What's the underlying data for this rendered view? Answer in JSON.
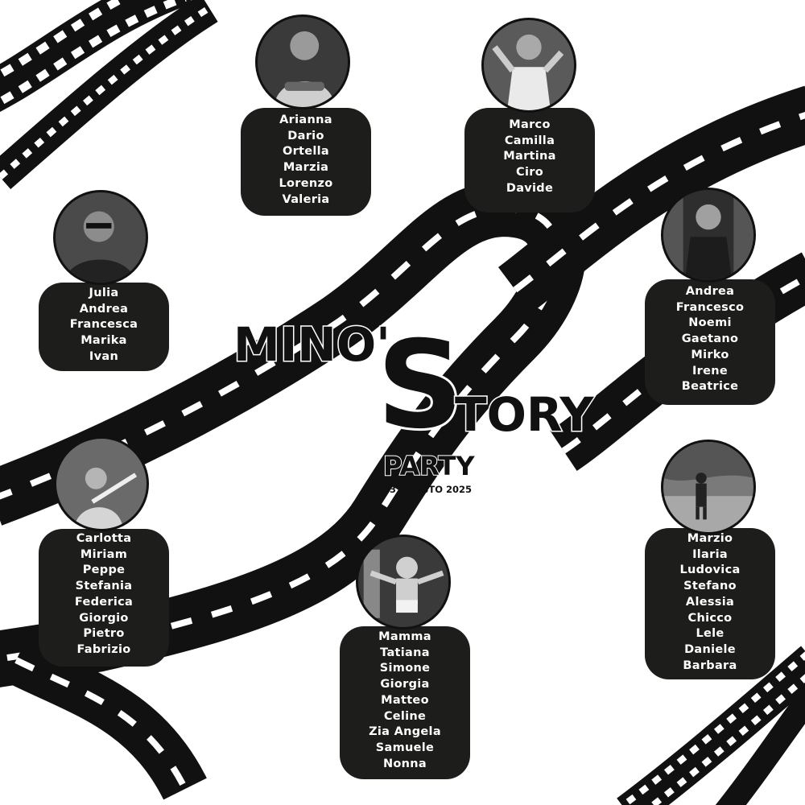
{
  "title": {
    "part1": "MINO'",
    "big_letter": "S",
    "part2": "TORY",
    "subtitle": "PARTY",
    "date": "23 AGOSTO 2025"
  },
  "tables": [
    {
      "id": "table-1",
      "guests": [
        "Arianna",
        "Dario",
        "Ortella",
        "Marzia",
        "Lorenzo",
        "Valeria"
      ]
    },
    {
      "id": "table-2",
      "guests": [
        "Marco",
        "Camilla",
        "Martina",
        "Ciro",
        "Davide"
      ]
    },
    {
      "id": "table-3",
      "guests": [
        "Julia",
        "Andrea",
        "Francesca",
        "Marika",
        "Ivan"
      ]
    },
    {
      "id": "table-4",
      "guests": [
        "Andrea",
        "Francesco",
        "Noemi",
        "Gaetano",
        "Mirko",
        "Irene",
        "Beatrice"
      ]
    },
    {
      "id": "table-5",
      "guests": [
        "Carlotta",
        "Miriam",
        "Peppe",
        "Stefania",
        "Federica",
        "Giorgio",
        "Pietro",
        "Fabrizio"
      ]
    },
    {
      "id": "table-6",
      "guests": [
        "Mamma",
        "Tatiana",
        "Simone",
        "Giorgia",
        "Matteo",
        "Celine",
        "Zia Angela",
        "Samuele",
        "Nonna"
      ]
    },
    {
      "id": "table-7",
      "guests": [
        "Marzio",
        "Ilaria",
        "Ludovica",
        "Stefano",
        "Alessia",
        "Chicco",
        "Lele",
        "Daniele",
        "Barbara"
      ]
    }
  ]
}
